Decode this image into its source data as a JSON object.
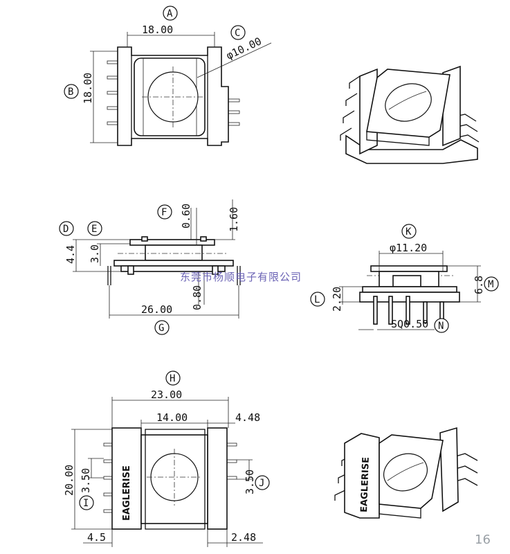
{
  "labels": {
    "A": "A",
    "B": "B",
    "C": "C",
    "D": "D",
    "E": "E",
    "F": "F",
    "G": "G",
    "H": "H",
    "I": "I",
    "J": "J",
    "K": "K",
    "L": "L",
    "M": "M",
    "N": "N"
  },
  "dims": {
    "A": "18.00",
    "B": "18.00",
    "C": "φ10.00",
    "D": "4.4",
    "E": "3.0",
    "F": "0.60",
    "F2": "1.60",
    "G": "26.00",
    "G2": "0.80",
    "H": "23.00",
    "H_inner": "14.00",
    "H_right": "4.48",
    "I": "3.50",
    "I_height": "20.00",
    "I_bottom": "4.5",
    "J": "3.50",
    "J_bottom": "2.48",
    "K": "φ11.20",
    "L": "2.20",
    "M": "6.8",
    "N": "SQ0.50"
  },
  "brand": "EAGLERISE",
  "watermark": "东莞市杨顺电子有限公司",
  "page_number": "16"
}
